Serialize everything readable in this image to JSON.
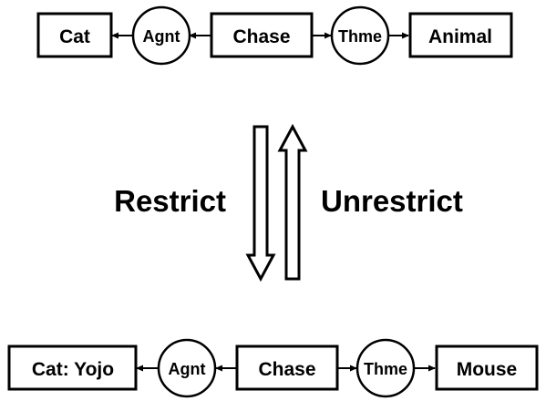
{
  "top_graph": {
    "concepts": [
      "Cat",
      "Chase",
      "Animal"
    ],
    "relations": [
      "Agnt",
      "Thme"
    ]
  },
  "bottom_graph": {
    "concepts": [
      "Cat: Yojo",
      "Chase",
      "Mouse"
    ],
    "relations": [
      "Agnt",
      "Thme"
    ]
  },
  "operations": {
    "left": "Restrict",
    "right": "Unrestrict"
  }
}
